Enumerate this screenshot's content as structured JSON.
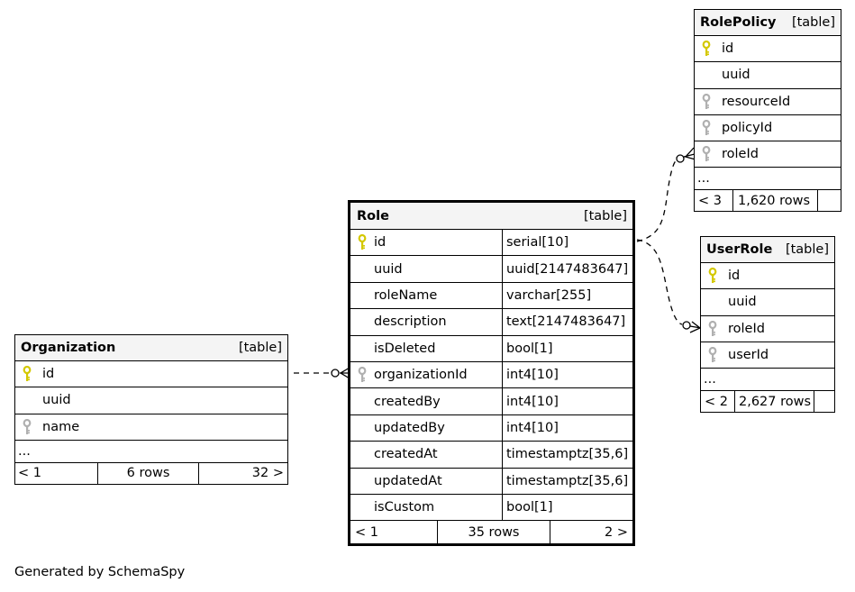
{
  "tables": {
    "role": {
      "name": "Role",
      "tag": "[table]",
      "columns": [
        {
          "name": "id",
          "type": "serial[10]",
          "key": "primary"
        },
        {
          "name": "uuid",
          "type": "uuid[2147483647]",
          "key": ""
        },
        {
          "name": "roleName",
          "type": "varchar[255]",
          "key": ""
        },
        {
          "name": "description",
          "type": "text[2147483647]",
          "key": ""
        },
        {
          "name": "isDeleted",
          "type": "bool[1]",
          "key": ""
        },
        {
          "name": "organizationId",
          "type": "int4[10]",
          "key": "foreign"
        },
        {
          "name": "createdBy",
          "type": "int4[10]",
          "key": ""
        },
        {
          "name": "updatedBy",
          "type": "int4[10]",
          "key": ""
        },
        {
          "name": "createdAt",
          "type": "timestamptz[35,6]",
          "key": ""
        },
        {
          "name": "updatedAt",
          "type": "timestamptz[35,6]",
          "key": ""
        },
        {
          "name": "isCustom",
          "type": "bool[1]",
          "key": ""
        }
      ],
      "footer": {
        "parents": "< 1",
        "rows": "35 rows",
        "children": "2 >"
      }
    },
    "organization": {
      "name": "Organization",
      "tag": "[table]",
      "columns": [
        {
          "name": "id",
          "key": "primary"
        },
        {
          "name": "uuid",
          "key": ""
        },
        {
          "name": "name",
          "key": "foreign"
        }
      ],
      "more": "...",
      "footer": {
        "parents": "< 1",
        "rows": "6 rows",
        "children": "32 >"
      }
    },
    "rolepolicy": {
      "name": "RolePolicy",
      "tag": "[table]",
      "columns": [
        {
          "name": "id",
          "key": "primary"
        },
        {
          "name": "uuid",
          "key": ""
        },
        {
          "name": "resourceId",
          "key": "foreign"
        },
        {
          "name": "policyId",
          "key": "foreign"
        },
        {
          "name": "roleId",
          "key": "foreign"
        }
      ],
      "more": "...",
      "footer": {
        "parents": "< 3",
        "rows": "1,620 rows",
        "children": ""
      }
    },
    "userrole": {
      "name": "UserRole",
      "tag": "[table]",
      "columns": [
        {
          "name": "id",
          "key": "primary"
        },
        {
          "name": "uuid",
          "key": ""
        },
        {
          "name": "roleId",
          "key": "foreign"
        },
        {
          "name": "userId",
          "key": "foreign"
        }
      ],
      "more": "...",
      "footer": {
        "parents": "< 2",
        "rows": "2,627 rows",
        "children": ""
      }
    }
  },
  "colors": {
    "primary_key": "#d4c800",
    "foreign_key": "#b0b0b0",
    "header_bg": "#f4f4f4"
  },
  "generated_by": "Generated by SchemaSpy"
}
